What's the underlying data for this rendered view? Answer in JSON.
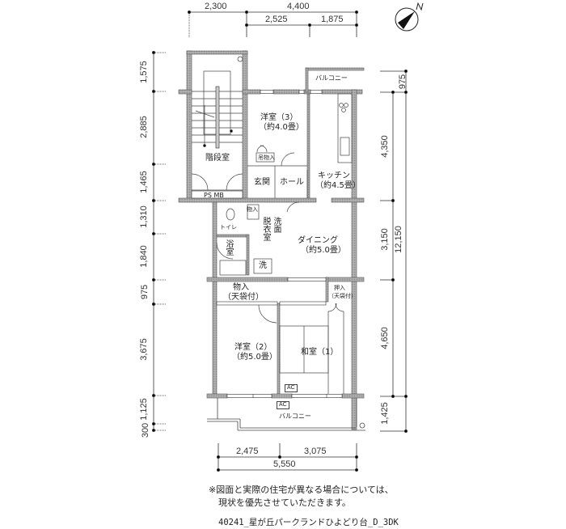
{
  "plan": {
    "type": "3DK",
    "compass": {
      "label": "N",
      "icon": "north-arrow-icon"
    },
    "rooms": {
      "stairwell": "階段室",
      "ps_mb": "PS MB",
      "western_room_3": {
        "name": "洋室（3）",
        "size": "（約4.0畳）"
      },
      "hanging_storage": "吊物入",
      "entrance": "玄関",
      "hall": "ホール",
      "kitchen": {
        "name": "キッチン",
        "size": "（約4.5畳）"
      },
      "balcony_top": "バルコニー",
      "toilet": "トイレ",
      "storage_small": "物入",
      "dressing_room": "脱衣室",
      "washroom": "洗面",
      "bath": "浴室",
      "washer": "洗",
      "dining": {
        "name": "ダイニング",
        "size": "（約5.0畳）"
      },
      "storage_ceiling": {
        "name": "物入",
        "note": "（天袋付）"
      },
      "closet_ceiling": {
        "name": "押入",
        "note": "（天袋付）"
      },
      "western_room_2": {
        "name": "洋室（2）",
        "size": "（約5.0畳）"
      },
      "japanese_room_1": {
        "name": "和室（1）"
      },
      "ac_1": "AC",
      "ac_2": "AC",
      "balcony_bottom": "バルコニー"
    },
    "dimensions": {
      "top": {
        "overall_left": "2,300",
        "overall_right": "4,400",
        "sub_left": "2,525",
        "sub_right": "1,875"
      },
      "left": [
        "1,575",
        "2,885",
        "1,465",
        "1,310",
        "1,840",
        "975",
        "3,675",
        "1,125",
        "300"
      ],
      "right_inner": [
        "4,350",
        "3,150",
        "4,650",
        "1,425"
      ],
      "right_outer": [
        "975",
        "12,150"
      ],
      "bottom": {
        "sub_left": "2,475",
        "sub_right": "3,075",
        "overall": "5,550"
      }
    }
  },
  "notes": {
    "line1": "※図面と実際の住宅が異なる場合については、",
    "line2": "現状を優先させていただきます。"
  },
  "caption": "40241_星が丘パークランドひよどり台_D_3DK"
}
